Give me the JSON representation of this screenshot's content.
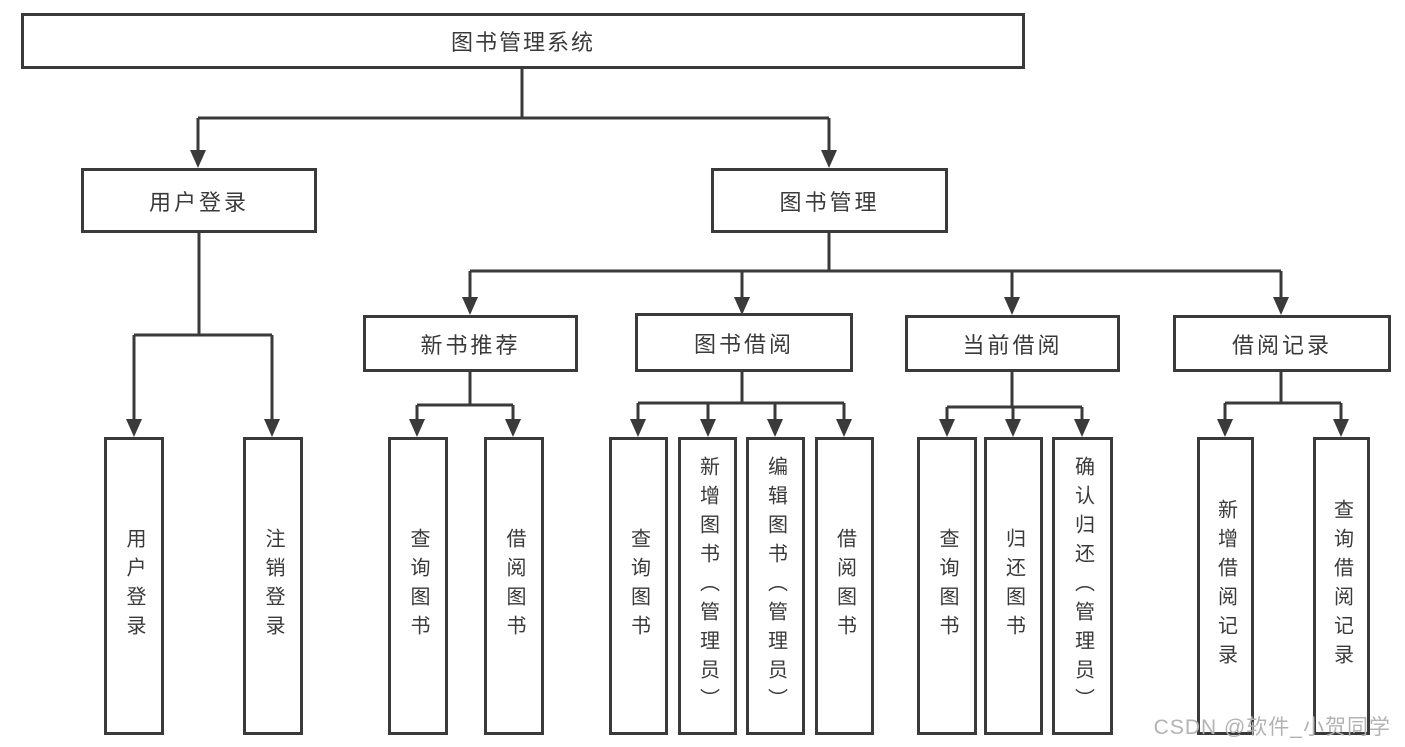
{
  "tree": {
    "root": "图书管理系统",
    "login_branch": {
      "label": "用户登录",
      "leaves": [
        "用户登录",
        "注销登录"
      ]
    },
    "management_branch": {
      "label": "图书管理",
      "sections": [
        {
          "label": "新书推荐",
          "leaves": [
            "查询图书",
            "借阅图书"
          ]
        },
        {
          "label": "图书借阅",
          "leaves": [
            "查询图书",
            "新增图书（管理员）",
            "编辑图书（管理员）",
            "借阅图书"
          ]
        },
        {
          "label": "当前借阅",
          "leaves": [
            "查询图书",
            "归还图书",
            "确认归还（管理员）"
          ]
        },
        {
          "label": "借阅记录",
          "leaves": [
            "新增借阅记录",
            "查询借阅记录"
          ]
        }
      ]
    }
  },
  "watermark": "CSDN @软件_小贺同学",
  "colors": {
    "line": "#3a3a3a",
    "text": "#3a3a3a",
    "watermark": "#b3b3b3",
    "background": "#ffffff"
  }
}
